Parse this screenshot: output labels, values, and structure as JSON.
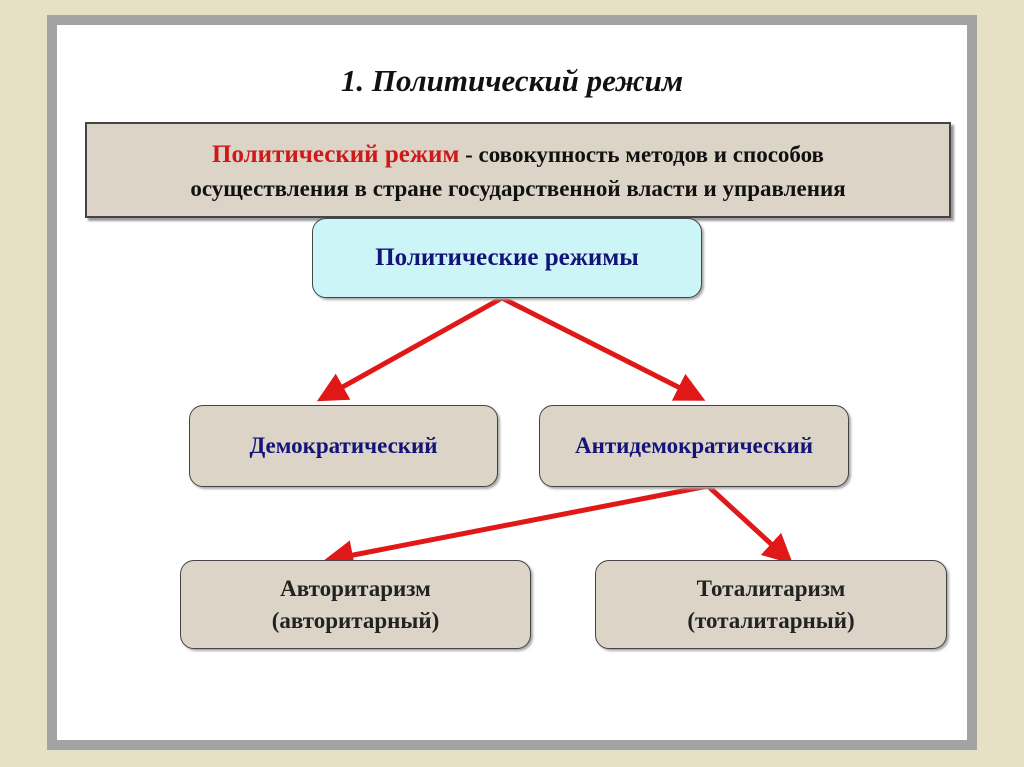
{
  "title": "1. Политический режим",
  "definition": {
    "term": "Политический режим",
    "text_line1": " - совокупность методов и способов",
    "text_line2": "осуществления в стране государственной власти и управления"
  },
  "root": "Политические режимы",
  "level1": [
    "Демократический",
    "Антидемократический"
  ],
  "level2": [
    {
      "name": "Авторитаризм",
      "sub": "(авторитарный)"
    },
    {
      "name": "Тоталитаризм",
      "sub": "(тоталитарный)"
    }
  ],
  "colors": {
    "arrow": "#e01818",
    "term": "#d01818",
    "blue_text": "#141478",
    "root_bg": "#ccf5f8"
  }
}
